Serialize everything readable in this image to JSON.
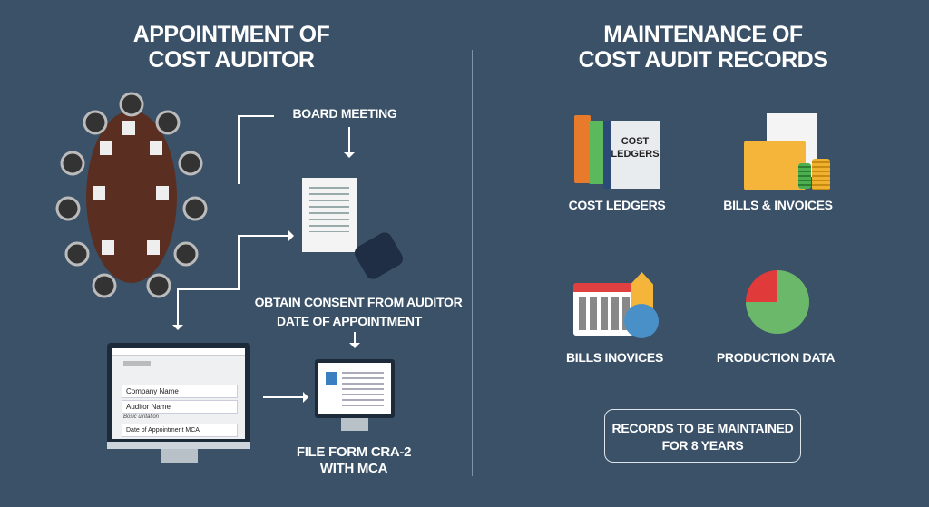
{
  "left": {
    "title_line1": "APPOINTMENT OF",
    "title_line2": "COST AUDITOR",
    "steps": {
      "board_meeting": "BOARD MEETING",
      "consent": "OBTAIN CONSENT FROM AUDITOR",
      "date": "DATE OF APPOINTMENT",
      "file_line1": "FILE FORM CRA-2",
      "file_line2": "WITH MCA"
    },
    "form": {
      "field1": "Company Name",
      "field2": "Auditor Name",
      "caption": "Bosic ulritation",
      "field3": "Date of Appointment MCA"
    }
  },
  "right": {
    "title_line1": "MAINTENANCE OF",
    "title_line2": "COST AUDIT RECORDS",
    "items": [
      {
        "label": "COST LEDGERS",
        "book_text": "COST LEDGERS"
      },
      {
        "label": "BILLS & INVOICES"
      },
      {
        "label": "BILLS INOVICES"
      },
      {
        "label": "PRODUCTION DATA"
      }
    ],
    "note_line1": "RECORDS TO BE MAINTAINED",
    "note_line2": "FOR 8 YEARS"
  },
  "colors": {
    "background": "#3a5168",
    "table": "#5a2f22",
    "folder": "#f5b43a",
    "pie_green": "#6cb86a",
    "pie_red": "#e03a3a"
  }
}
